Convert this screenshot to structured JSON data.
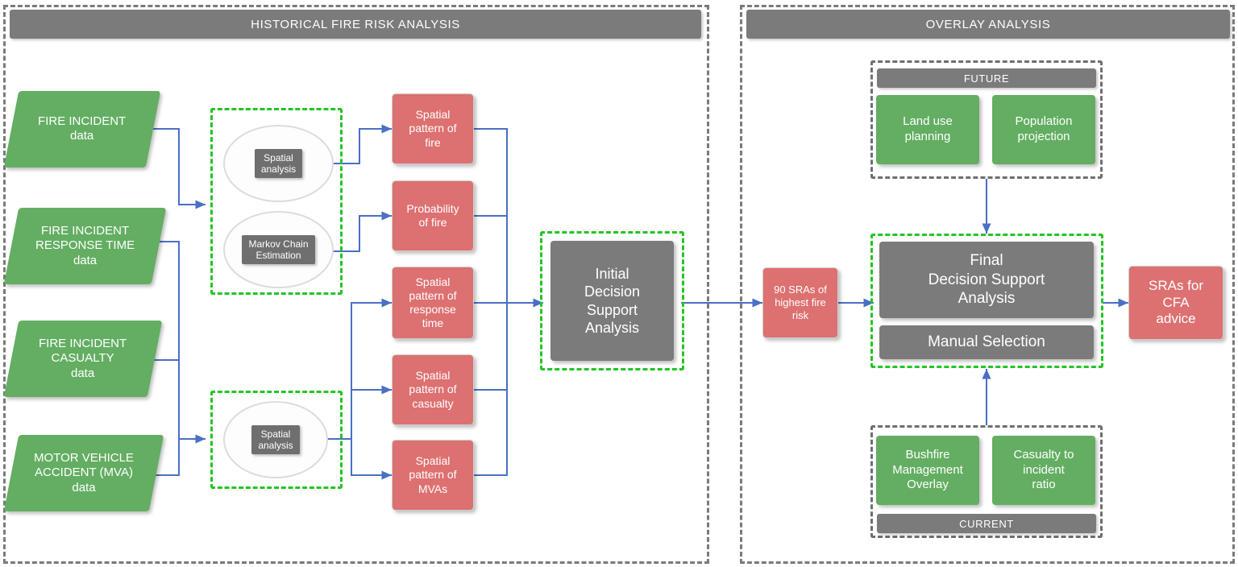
{
  "colors": {
    "green": "#63ae62",
    "red": "#dd7070",
    "grey": "#7b7b7b",
    "green_dash": "#22c522",
    "grey_dash": "#7a7a7a",
    "connector": "#4a6fc4"
  },
  "panels": {
    "historical": {
      "title": "HISTORICAL FIRE RISK ANALYSIS"
    },
    "overlay": {
      "title": "OVERLAY ANALYSIS"
    }
  },
  "inputs": [
    {
      "label": "FIRE INCIDENT\ndata",
      "line1": "FIRE INCIDENT",
      "line2": "data"
    },
    {
      "label": "FIRE INCIDENT RESPONSE TIME data",
      "line1": "FIRE INCIDENT",
      "line2": "RESPONSE TIME",
      "line3": "data"
    },
    {
      "label": "FIRE INCIDENT CASUALTY data",
      "line1": "FIRE INCIDENT",
      "line2": "CASUALTY",
      "line3": "data"
    },
    {
      "label": "MOTOR VEHICLE ACCIDENT (MVA) data",
      "line1": "MOTOR VEHICLE",
      "line2": "ACCIDENT (MVA)",
      "line3": "data"
    }
  ],
  "analysis_nodes": [
    {
      "name": "spatial-analysis-top",
      "line1": "Spatial",
      "line2": "analysis"
    },
    {
      "name": "markov-chain-estimation",
      "line1": "Markov Chain",
      "line2": "Estimation"
    },
    {
      "name": "spatial-analysis-bottom",
      "line1": "Spatial",
      "line2": "analysis"
    }
  ],
  "patterns": [
    {
      "name": "spatial-pattern-of-fire",
      "line1": "Spatial",
      "line2": "pattern of",
      "line3": "fire"
    },
    {
      "name": "probability-of-fire",
      "line1": "Probability",
      "line2": "of fire",
      "line3": ""
    },
    {
      "name": "spatial-pattern-of-response-time",
      "line1": "Spatial",
      "line2": "pattern of",
      "line3": "response",
      "line4": "time"
    },
    {
      "name": "spatial-pattern-of-casualty",
      "line1": "Spatial",
      "line2": "pattern of",
      "line3": "casualty"
    },
    {
      "name": "spatial-pattern-of-mvas",
      "line1": "Spatial",
      "line2": "pattern of",
      "line3": "MVAs"
    }
  ],
  "initial_dsa": {
    "line1": "Initial",
    "line2": "Decision",
    "line3": "Support",
    "line4": "Analysis"
  },
  "sras_highest": {
    "line1": "90 SRAs of",
    "line2": "highest fire",
    "line3": "risk"
  },
  "future_group": {
    "title": "FUTURE",
    "items": [
      {
        "line1": "Land use",
        "line2": "planning"
      },
      {
        "line1": "Population",
        "line2": "projection"
      }
    ]
  },
  "current_group": {
    "title": "CURRENT",
    "items": [
      {
        "line1": "Bushfire",
        "line2": "Management",
        "line3": "Overlay"
      },
      {
        "line1": "Casualty to",
        "line2": "incident",
        "line3": "ratio"
      }
    ]
  },
  "final_dsa": {
    "line1": "Final",
    "line2": "Decision Support",
    "line3": "Analysis"
  },
  "manual_selection": {
    "label": "Manual Selection"
  },
  "sras_cfa": {
    "line1": "SRAs for",
    "line2": "CFA",
    "line3": "advice"
  }
}
